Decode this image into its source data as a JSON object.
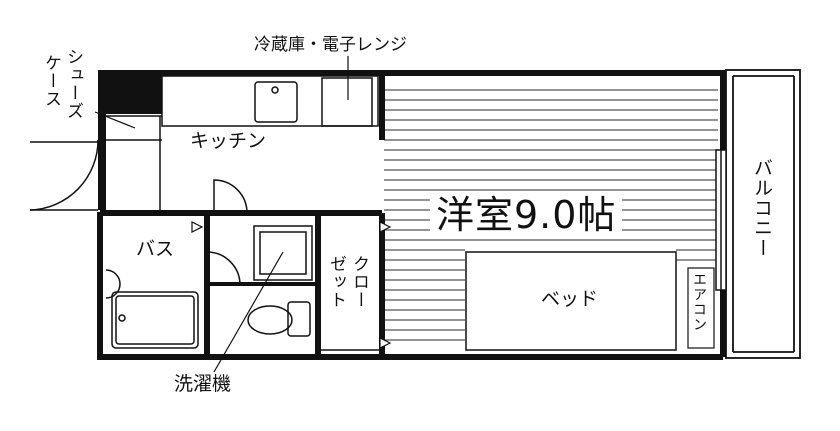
{
  "labels": {
    "fridge_microwave": "冷蔵庫・電子レンジ",
    "shoe_case_line1": "シュー",
    "shoe_case_line2": "ズ",
    "shoe_case_col2": "ケース",
    "kitchen": "キッチン",
    "bath": "バス",
    "closet_col1": "クロー",
    "closet_col2": "ゼット",
    "western_room": "洋室9.0帖",
    "bed": "ベッド",
    "aircon": "エアコン",
    "balcony": "バルコニー",
    "washer": "洗濯機"
  },
  "colors": {
    "wall": "#111111",
    "background": "#ffffff",
    "hatch": "#444444"
  }
}
